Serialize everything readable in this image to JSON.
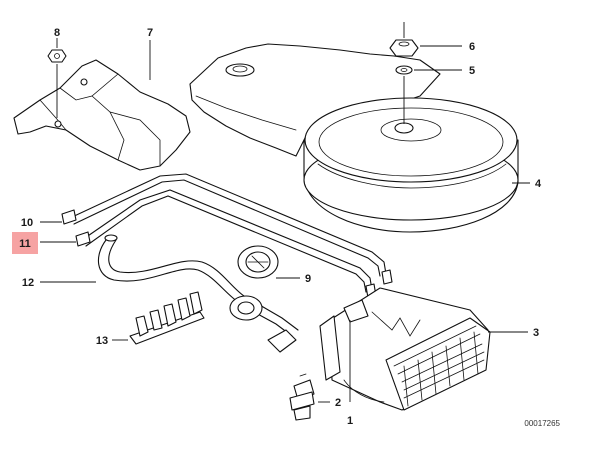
{
  "diagram": {
    "callouts": {
      "c1": "1",
      "c2": "2",
      "c3": "3",
      "c4": "4",
      "c5": "5",
      "c6": "6",
      "c7": "7",
      "c8": "8",
      "c9": "9",
      "c10": "10",
      "c11": "11",
      "c12": "12",
      "c13": "13"
    },
    "highlighted_callout": "11",
    "highlight_color": "#f6a3a3",
    "reference_number": "00017265"
  }
}
